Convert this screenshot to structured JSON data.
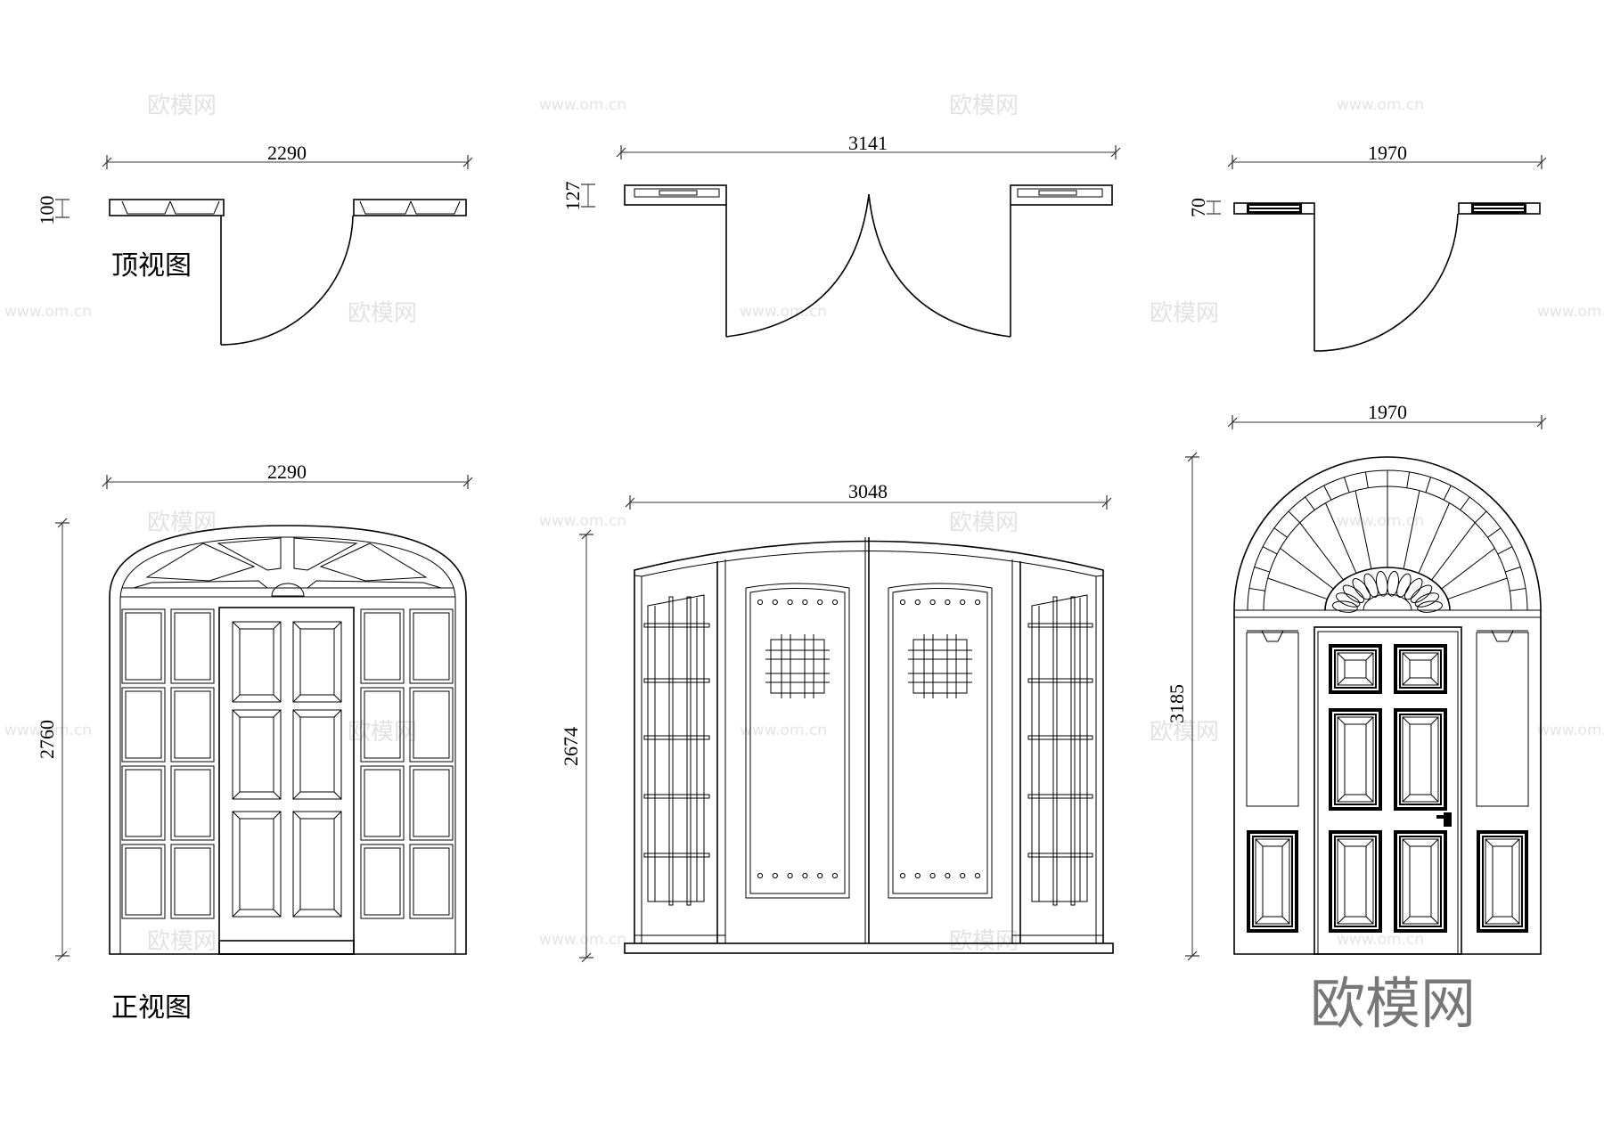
{
  "labels": {
    "top_view": "顶视图",
    "front_view": "正视图"
  },
  "dimensions": {
    "top_left_width": "2290",
    "top_left_thickness": "100",
    "top_center_width": "3141",
    "top_center_thickness": "127",
    "top_right_width": "1970",
    "top_right_thickness": "70",
    "front_left_width": "2290",
    "front_left_height": "2760",
    "front_center_width": "3048",
    "front_center_height": "2674",
    "front_right_width": "1970",
    "front_right_height": "3185"
  },
  "watermark": {
    "brand": "欧模网",
    "url": "www.om.cn"
  },
  "colors": {
    "line": "#000000",
    "watermark": "#e2e2e2",
    "brand": "#777777"
  }
}
